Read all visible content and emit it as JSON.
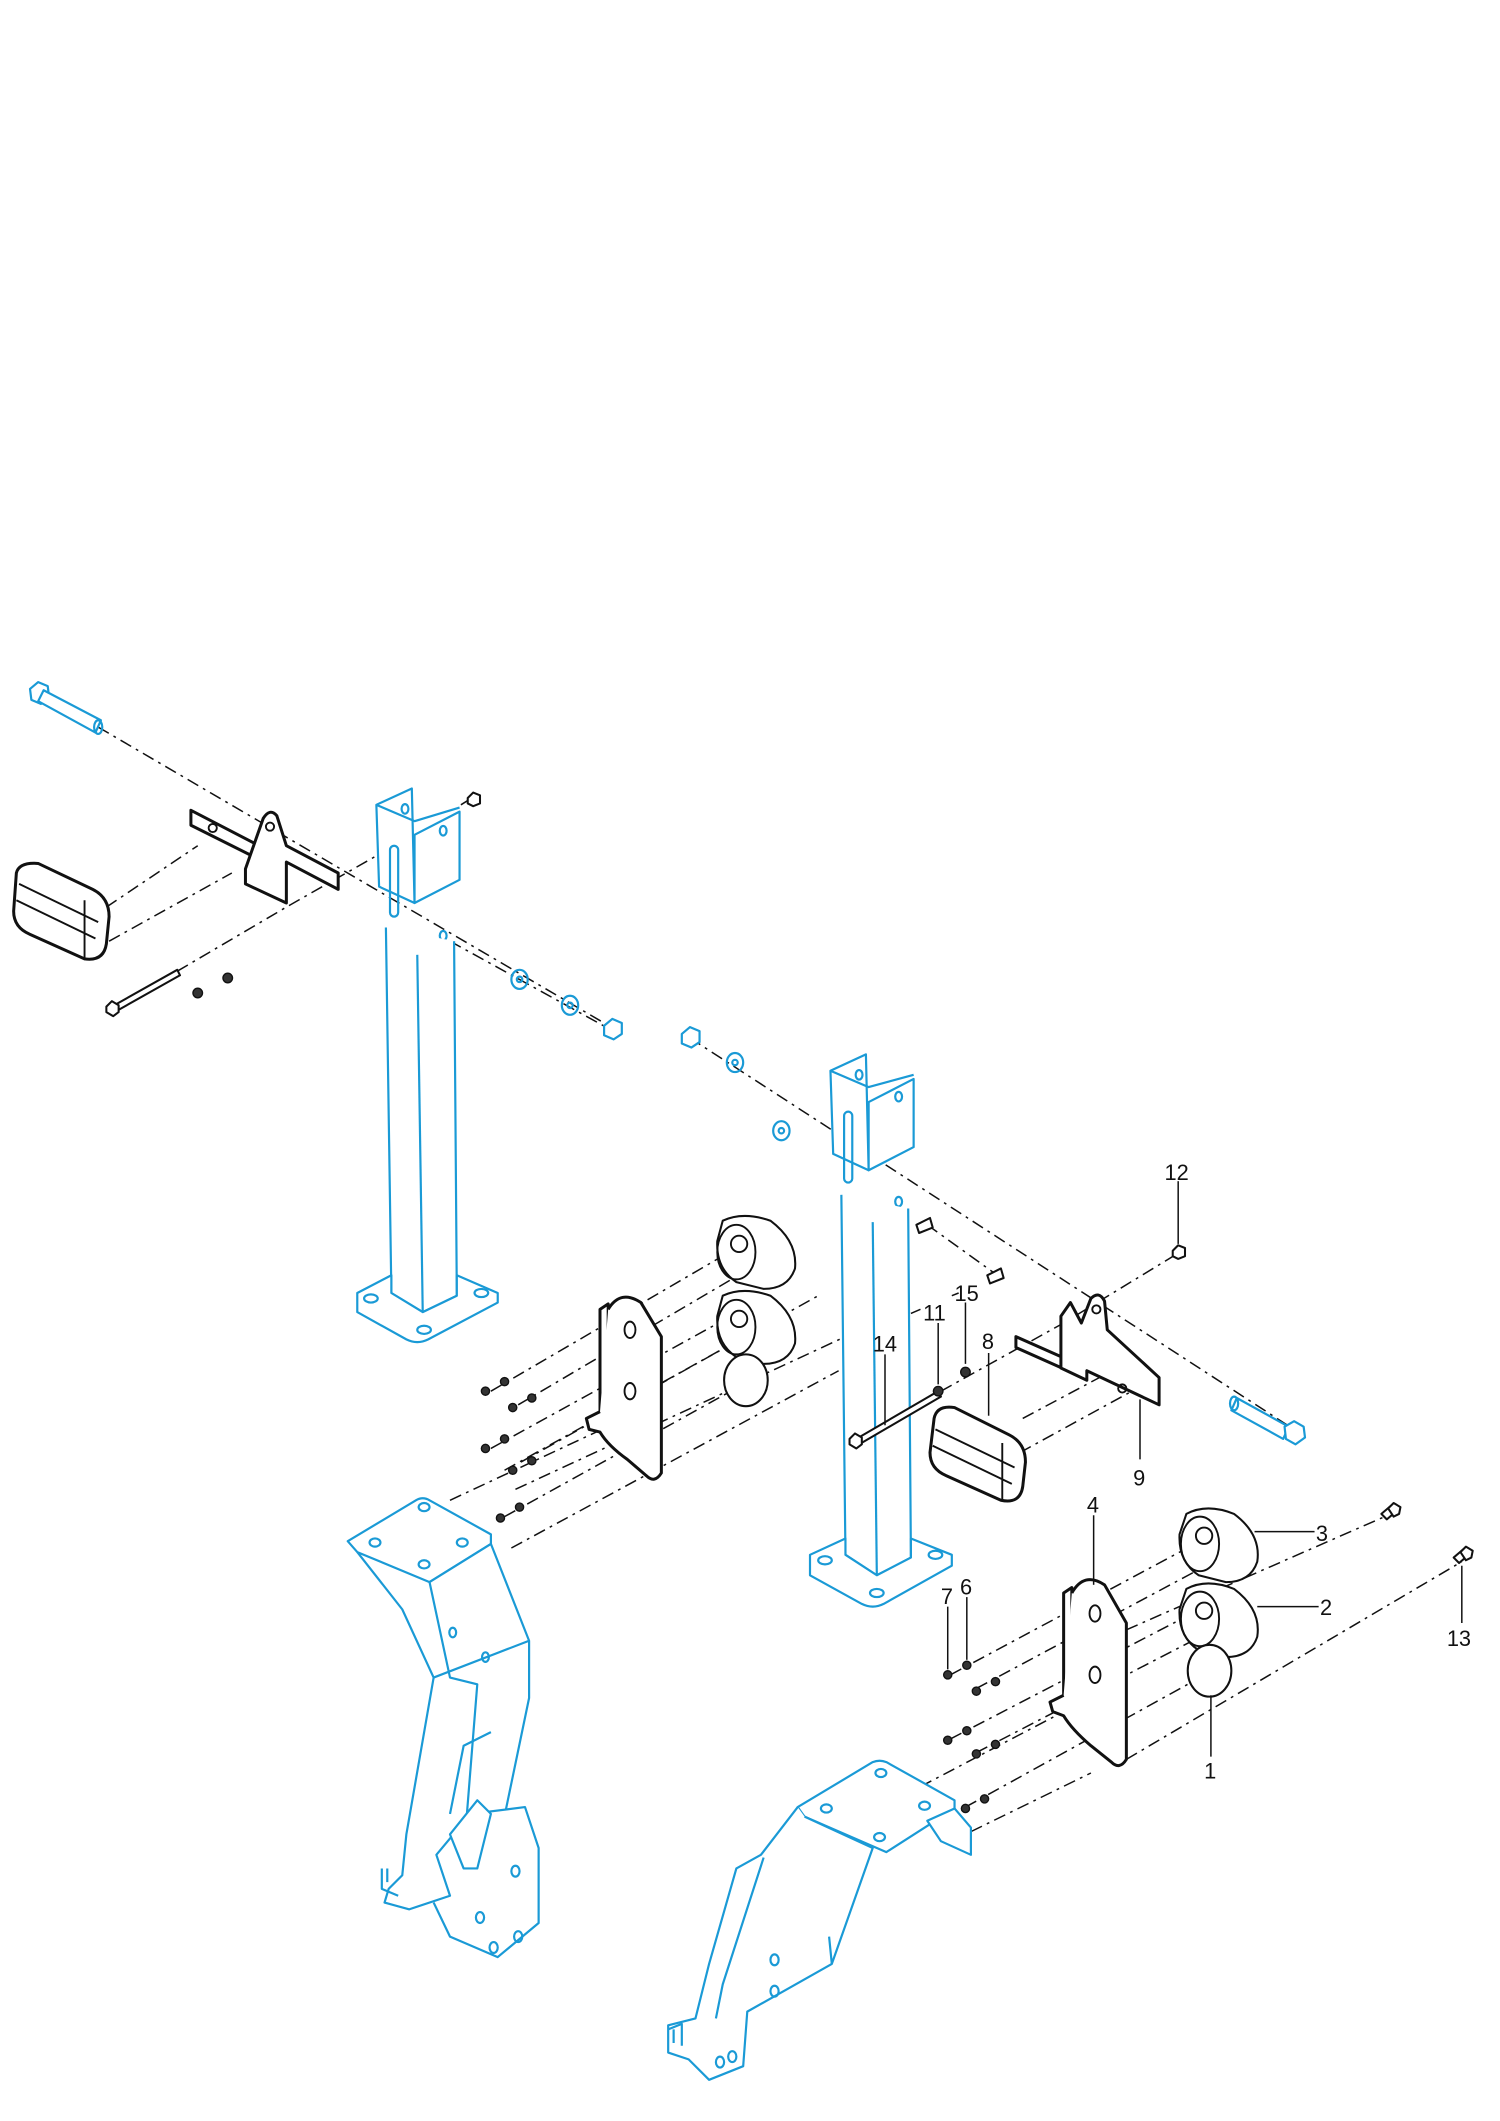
{
  "diagram": {
    "type": "exploded parts diagram",
    "colors": {
      "frame": "#1a9ad6",
      "parts": "#111111",
      "background": "#ffffff"
    },
    "callouts": {
      "c1": "1",
      "c2": "2",
      "c3": "3",
      "c4": "4",
      "c6": "6",
      "c7": "7",
      "c8": "8",
      "c9": "9",
      "c11": "11",
      "c12": "12",
      "c13": "13",
      "c14": "14",
      "c15": "15"
    }
  }
}
